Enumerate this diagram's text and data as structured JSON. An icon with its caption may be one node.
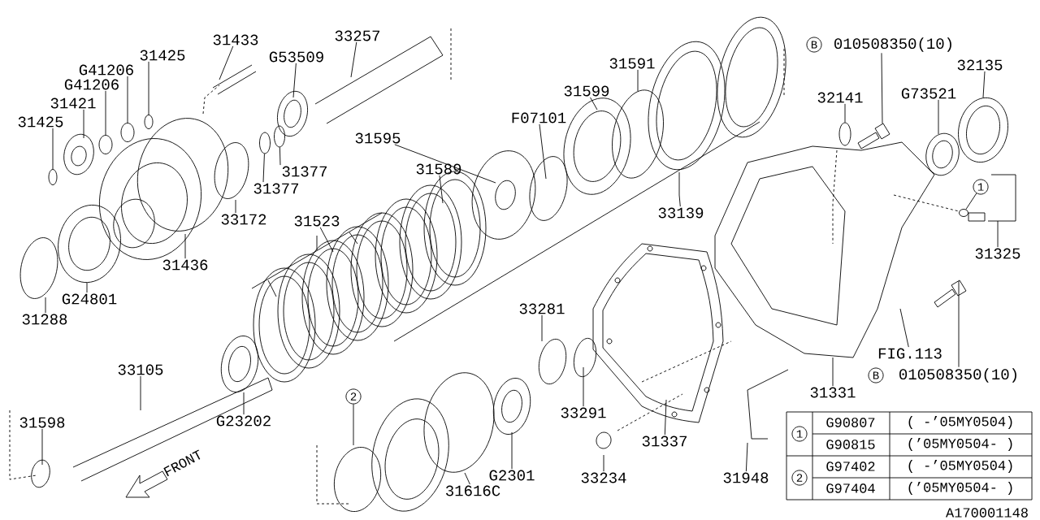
{
  "diagram": {
    "nodes": [
      {
        "text": [
          "31433"
        ]
      },
      {
        "text": [
          "33257"
        ]
      },
      {
        "text": [
          "31425"
        ]
      },
      {
        "text": [
          "G41206"
        ]
      },
      {
        "text": [
          "G41206"
        ]
      },
      {
        "text": [
          "31421"
        ]
      },
      {
        "text": [
          "31425"
        ]
      },
      {
        "text": [
          "G53509"
        ]
      },
      {
        "text": [
          "31377"
        ]
      },
      {
        "text": [
          "31377"
        ]
      },
      {
        "text": [
          "33172"
        ]
      },
      {
        "text": [
          "31436"
        ]
      },
      {
        "text": [
          "G24801"
        ]
      },
      {
        "text": [
          "31288"
        ]
      },
      {
        "text": [
          "31523"
        ]
      },
      {
        "text": [
          "31589"
        ]
      },
      {
        "text": [
          "31595"
        ]
      },
      {
        "text": [
          "F07101"
        ]
      },
      {
        "text": [
          "31599"
        ]
      },
      {
        "text": [
          "31591"
        ]
      },
      {
        "text": [
          "33139"
        ]
      },
      {
        "text": [
          "32141"
        ]
      },
      {
        "text": [
          "010508350(10)"
        ]
      },
      {
        "text": [
          "G73521"
        ]
      },
      {
        "text": [
          "32135"
        ]
      },
      {
        "text": [
          "31325"
        ]
      },
      {
        "text": [
          "1"
        ]
      },
      {
        "text": [
          "33281"
        ]
      },
      {
        "text": [
          "33105"
        ]
      },
      {
        "text": [
          "G23202"
        ]
      },
      {
        "text": [
          "31598"
        ]
      },
      {
        "text": [
          "2"
        ]
      },
      {
        "text": [
          "31337"
        ]
      },
      {
        "text": [
          "33291"
        ]
      },
      {
        "text": [
          "G2301"
        ]
      },
      {
        "text": [
          "31616C"
        ]
      },
      {
        "text": [
          "33234"
        ]
      },
      {
        "text": [
          "31948"
        ]
      },
      {
        "text": [
          "31331"
        ]
      },
      {
        "text": [
          "FIG.113"
        ]
      },
      {
        "text": [
          "010508350(10)"
        ]
      },
      {
        "text": [
          "B"
        ]
      },
      {
        "text": [
          "B"
        ]
      },
      {
        "text": [
          "1"
        ]
      },
      {
        "text": [
          "2"
        ]
      },
      {
        "text": [],
        "shape": "circle"
      },
      {
        "text": [],
        "shape": "circle"
      },
      {
        "text": [],
        "shape": "circle"
      },
      {
        "text": [],
        "shape": "circle"
      },
      {
        "text": [],
        "shape": "circle"
      },
      {
        "text": [],
        "shape": "circle"
      },
      {
        "text": [],
        "shape": "circle"
      },
      {
        "text": [],
        "shape": "circle"
      }
    ],
    "edges": [
      {
        "from": 0,
        "to": null,
        "arrow": "none"
      },
      {
        "from": 1,
        "to": null,
        "arrow": "none"
      },
      {
        "from": 2,
        "to": 45,
        "arrow": "none"
      },
      {
        "from": 3,
        "to": 46,
        "arrow": "none"
      },
      {
        "from": 4,
        "to": 47,
        "arrow": "none"
      },
      {
        "from": 5,
        "to": null,
        "arrow": "none"
      },
      {
        "from": 6,
        "to": 48,
        "arrow": "none"
      },
      {
        "from": 7,
        "to": null,
        "arrow": "none"
      },
      {
        "from": 8,
        "to": 49,
        "arrow": "none"
      },
      {
        "from": 9,
        "to": 50,
        "arrow": "none"
      },
      {
        "from": 10,
        "to": null,
        "arrow": "none"
      },
      {
        "from": 11,
        "to": null,
        "arrow": "none"
      },
      {
        "from": 12,
        "to": null,
        "arrow": "none"
      },
      {
        "from": 13,
        "to": null,
        "arrow": "none"
      },
      {
        "from": 14,
        "to": null,
        "arrow": "none"
      },
      {
        "from": 15,
        "to": null,
        "arrow": "none"
      },
      {
        "from": 16,
        "to": null,
        "arrow": "none"
      },
      {
        "from": 17,
        "to": null,
        "arrow": "none"
      },
      {
        "from": 18,
        "to": null,
        "arrow": "none"
      },
      {
        "from": 19,
        "to": null,
        "arrow": "none"
      },
      {
        "from": 20,
        "to": null,
        "arrow": "none"
      },
      {
        "from": 21,
        "to": 52,
        "arrow": "none"
      },
      {
        "from": 22,
        "to": null,
        "arrow": "none"
      },
      {
        "from": 23,
        "to": null,
        "arrow": "none"
      },
      {
        "from": 24,
        "to": null,
        "arrow": "none"
      },
      {
        "from": 25,
        "to": null,
        "arrow": "none"
      },
      {
        "from": 26,
        "to": 51,
        "arrow": "none"
      },
      {
        "from": 27,
        "to": null,
        "arrow": "none"
      },
      {
        "from": 28,
        "to": null,
        "arrow": "none"
      },
      {
        "from": 29,
        "to": null,
        "arrow": "none"
      },
      {
        "from": 30,
        "to": null,
        "arrow": "none"
      },
      {
        "from": 31,
        "to": null,
        "arrow": "none"
      },
      {
        "from": 32,
        "to": null,
        "arrow": "none"
      },
      {
        "from": 33,
        "to": null,
        "arrow": "none"
      },
      {
        "from": 34,
        "to": null,
        "arrow": "none"
      },
      {
        "from": 35,
        "to": null,
        "arrow": "none"
      },
      {
        "from": 36,
        "to": null,
        "arrow": "none"
      },
      {
        "from": 37,
        "to": null,
        "arrow": "none"
      },
      {
        "from": 38,
        "to": null,
        "arrow": "none"
      },
      {
        "from": 39,
        "to": null,
        "arrow": "none"
      },
      {
        "from": 40,
        "to": null,
        "arrow": "none"
      }
    ],
    "labels": [
      "G90807",
      "( -’05MY0504)",
      "G90815",
      "(’05MY0504- )",
      "G97402",
      "( -’05MY0504)",
      "G97404",
      "(’05MY0504- )",
      "FRONT",
      "A170001148"
    ]
  }
}
